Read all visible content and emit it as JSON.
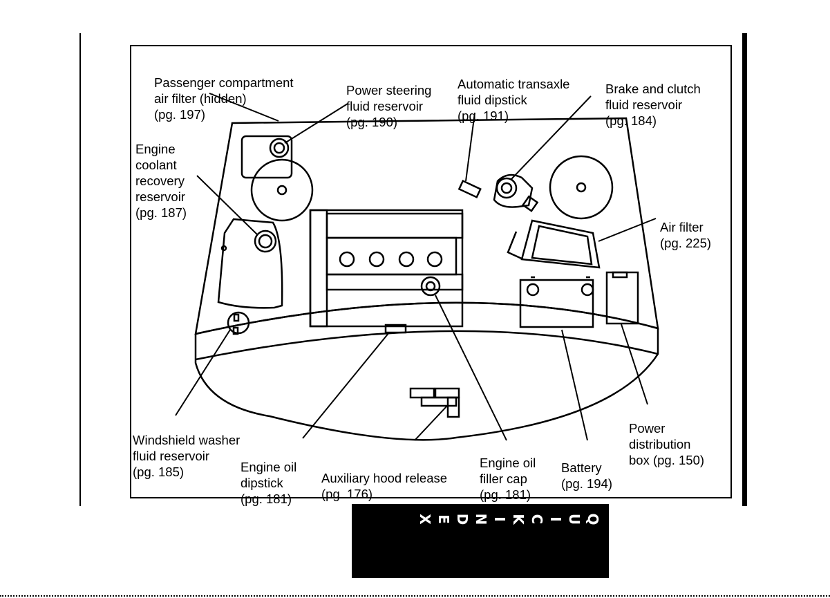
{
  "labels": {
    "passenger_filter": [
      "Passenger compartment",
      "air filter (hidden)",
      "(pg. 197)"
    ],
    "power_steering": [
      "Power steering",
      "fluid reservoir",
      "(pg. 190)"
    ],
    "transaxle": [
      "Automatic transaxle",
      "fluid dipstick",
      "(pg. 191)"
    ],
    "brake_clutch": [
      "Brake and clutch",
      "fluid reservoir",
      "(pg. 184)"
    ],
    "coolant": [
      "Engine",
      "coolant",
      "recovery",
      "reservoir",
      "(pg. 187)"
    ],
    "air_filter": [
      "Air filter",
      "(pg. 225)"
    ],
    "washer": [
      "Windshield washer",
      "fluid reservoir",
      "(pg. 185)"
    ],
    "oil_dipstick": [
      "Engine oil",
      "dipstick",
      "(pg. 181)"
    ],
    "hood_release": [
      "Auxiliary hood release",
      "(pg. 176)"
    ],
    "oil_filler": [
      "Engine oil",
      "filler cap",
      "(pg. 181)"
    ],
    "battery": [
      "Battery",
      "(pg. 194)"
    ],
    "power_box": [
      "Power",
      "distribution",
      "box (pg. 150)"
    ]
  },
  "tab": {
    "letters": [
      "Q",
      "U",
      "I",
      "C",
      "K",
      "I",
      "N",
      "D",
      "E",
      "X"
    ]
  }
}
